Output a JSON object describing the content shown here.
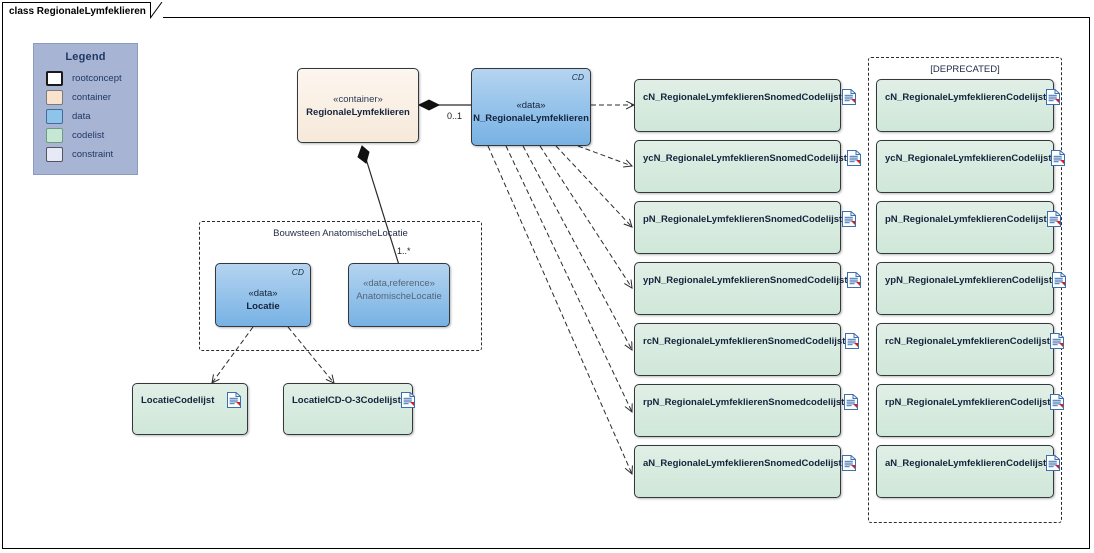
{
  "diagram": {
    "tab_label": "class RegionaleLymfeklieren"
  },
  "legend": {
    "title": "Legend",
    "items": [
      {
        "label": "rootconcept",
        "color": "#ffffff",
        "border": "#1a1a1a"
      },
      {
        "label": "container",
        "color": "#fae3cd",
        "border": "#7a7a7a"
      },
      {
        "label": "data",
        "color": "#8ec3ea",
        "border": "#3f6f96"
      },
      {
        "label": "codelist",
        "color": "#c6e7d3",
        "border": "#6f9a82"
      },
      {
        "label": "constraint",
        "color": "#e8e9f7",
        "border": "#53555f"
      }
    ]
  },
  "nodes": {
    "container": {
      "stereotype": "«container»",
      "name": "RegionaleLymfeklieren"
    },
    "data_root": {
      "stereotype": "«data»",
      "name": "N_RegionaleLymfeklieren",
      "tag": "CD"
    },
    "locatie": {
      "stereotype": "«data»",
      "name": "Locatie",
      "tag": "CD"
    },
    "anatomische_locatie": {
      "stereotype": "«data,reference»",
      "name": "AnatomischeLocatie"
    }
  },
  "groups": {
    "bouwsteen": {
      "title": "Bouwsteen AnatomischeLocatie"
    },
    "deprecated": {
      "title": "[DEPRECATED]"
    }
  },
  "multiplicities": {
    "container_to_data": "0..1",
    "container_to_anatomische": "1..*"
  },
  "snomed_codelists": [
    {
      "name": "cN_RegionaleLymfeklierenSnomedCodelijst"
    },
    {
      "name": "ycN_RegionaleLymfeklierenSnomedCodelijst"
    },
    {
      "name": "pN_RegionaleLymfeklierenSnomedCodelijst"
    },
    {
      "name": "ypN_RegionaleLymfeklierenSnomedCodelijst"
    },
    {
      "name": "rcN_RegionaleLymfeklierenSnomedCodelijst"
    },
    {
      "name": "rpN_RegionaleLymfeklierenSnomedcodelijst"
    },
    {
      "name": "aN_RegionaleLymfeklierenSnomedCodelijst"
    }
  ],
  "deprecated_codelists": [
    {
      "name": "cN_RegionaleLymfeklierenCodelijst"
    },
    {
      "name": "ycN_RegionaleLymfeklierenCodelijst"
    },
    {
      "name": "pN_RegionaleLymfeklierenCodelijst"
    },
    {
      "name": "ypN_RegionaleLymfeklierenCodelijst"
    },
    {
      "name": "rcN_RegionaleLymfeklierenCodelijst"
    },
    {
      "name": "rpN_RegionaleLymfeklierenCodelijst"
    },
    {
      "name": "aN_RegionaleLymfeklierenCodelijst"
    }
  ],
  "locatie_codelists": [
    {
      "name": "LocatieCodelijst"
    },
    {
      "name": "LocatieICD-O-3Codelijst"
    }
  ],
  "colors": {
    "container_fill": "#f7ead9",
    "data_fill": "#8ec3ea",
    "codelist_fill": "#d7ecdf",
    "legend_fill": "#a8b4d4",
    "line": "#2b2b2b"
  }
}
